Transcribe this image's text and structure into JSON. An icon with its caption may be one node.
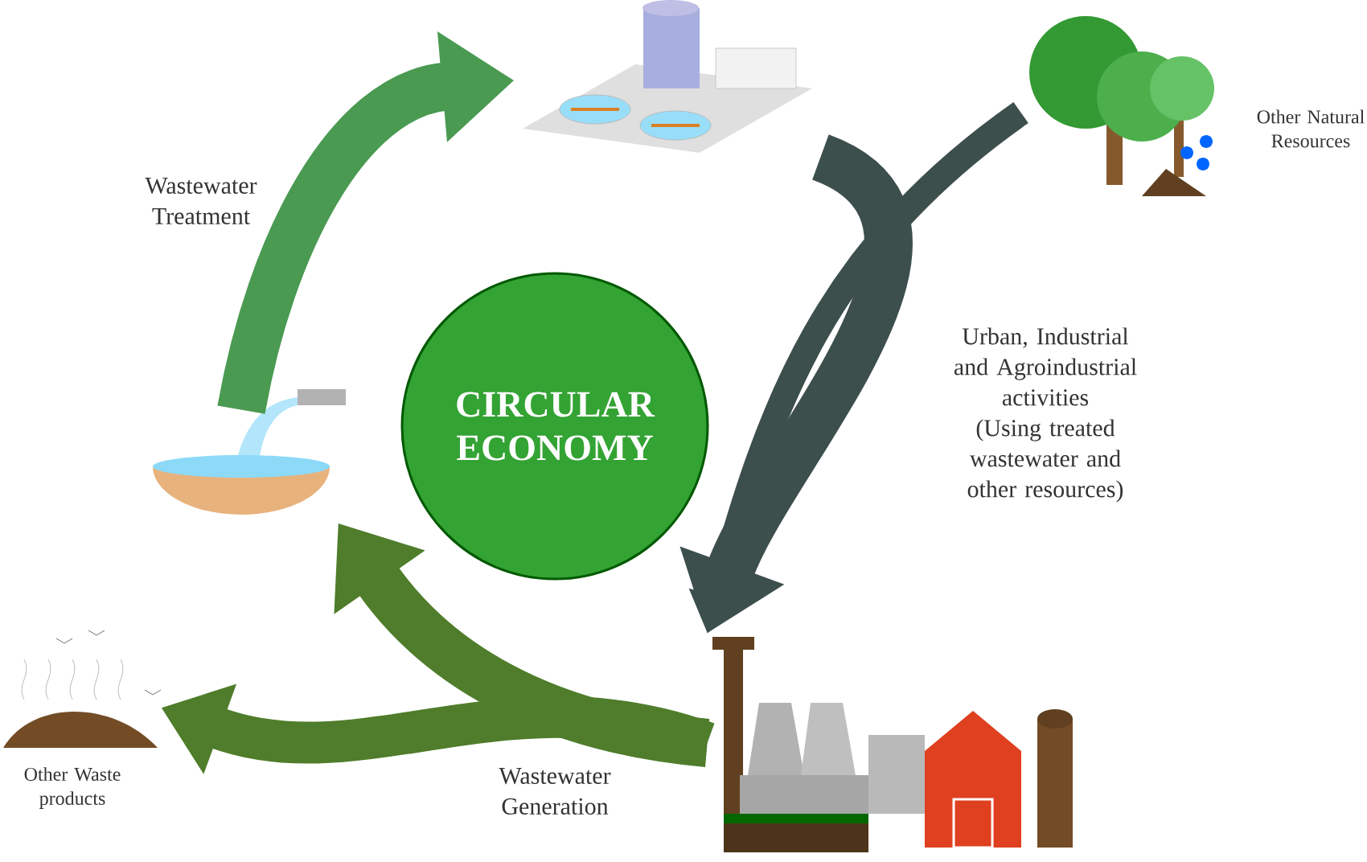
{
  "diagram": {
    "nodes": [
      {
        "text": [
          "CIRCULAR ECONOMY"
        ]
      },
      {
        "text": [],
        "shape": "picture"
      },
      {
        "text": [],
        "shape": "picture",
        "beside": [
          "Other Natural Resources"
        ]
      },
      {
        "text": [],
        "shape": "picture"
      },
      {
        "text": [],
        "shape": "picture"
      },
      {
        "text": [],
        "shape": "picture",
        "beside": [
          "Other Waste products"
        ]
      }
    ],
    "edges": [
      {
        "from": 4,
        "to": 1,
        "arrow": "to",
        "label": "Wastewater Treatment",
        "color": "#4a9a52"
      },
      {
        "from": 1,
        "to": 3,
        "arrow": "to",
        "label": "Urban, Industrial and Agroindustrial activities (Using treated wastewater and other resources)",
        "color": "#3d4f4c"
      },
      {
        "from": 2,
        "to": 3,
        "arrow": "to",
        "color": "#3d4f4c"
      },
      {
        "from": 3,
        "to": 4,
        "arrow": "to",
        "label": "Wastewater Generation",
        "color": "#4f7d2b"
      },
      {
        "from": 3,
        "to": 5,
        "arrow": "to",
        "color": "#4f7d2b"
      }
    ]
  }
}
